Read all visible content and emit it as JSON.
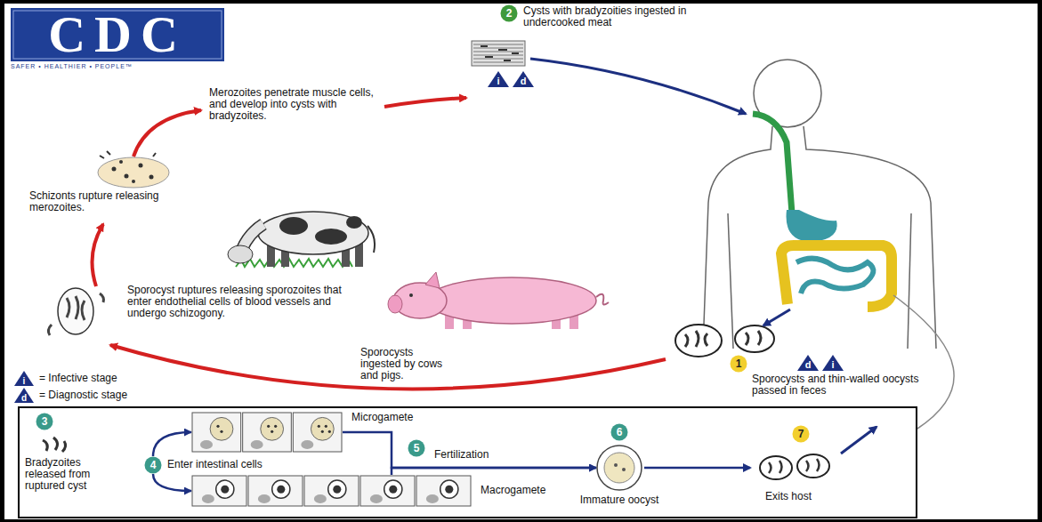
{
  "diagram": {
    "nodes": [
      {
        "text": [
          "2"
        ]
      },
      {
        "text": [
          "i"
        ]
      },
      {
        "text": [
          "d"
        ]
      },
      {
        "text": [
          "1"
        ]
      },
      {
        "text": [
          "d"
        ]
      },
      {
        "text": [
          "i"
        ]
      },
      {
        "text": [
          "Bradyzoites released from ruptured cyst",
          "Exits host"
        ]
      },
      {
        "text": [
          "3"
        ],
        "in": 6
      },
      {
        "text": [
          "4"
        ],
        "in": 6
      },
      {
        "text": [
          "Microgamete"
        ],
        "in": 6
      },
      {
        "text": [
          "Macrogamete"
        ],
        "in": 6
      },
      {
        "text": [
          "5"
        ],
        "in": 6
      },
      {
        "text": [
          "6"
        ],
        "in": 6
      },
      {
        "text": [
          "Immature oocyst"
        ],
        "in": 6
      },
      {
        "text": [
          "7"
        ],
        "in": 6
      }
    ],
    "edges": [
      {
        "from": 8,
        "to": 9,
        "arrow": "to",
        "label": "Enter intestinal cells"
      },
      {
        "from": 8,
        "to": 10,
        "arrow": "to"
      },
      {
        "from": 9,
        "to": 13,
        "arrow": "to"
      },
      {
        "from": 10,
        "to": 13,
        "arrow": "to",
        "label": "Fertilization"
      }
    ],
    "labels": [
      "CDC",
      "SAFER • HEALTHIER • PEOPLE™",
      "Merozoites penetrate muscle cells, and develop into cysts with bradyzoites.",
      "Cysts with bradyzoities ingested in undercooked meat",
      "Schizonts rupture releasing merozoites.",
      "Sporocyst ruptures releasing sporozoites that enter endothelial cells of blood vessels and undergo schizogony.",
      "Sporocysts ingested by cows and pigs.",
      "Sporocysts and thin-walled oocysts passed in feces",
      "i",
      "d"
    ],
    "legend": [
      {
        "text": "= Infective stage"
      },
      {
        "text": "= Diagnostic stage"
      }
    ]
  }
}
